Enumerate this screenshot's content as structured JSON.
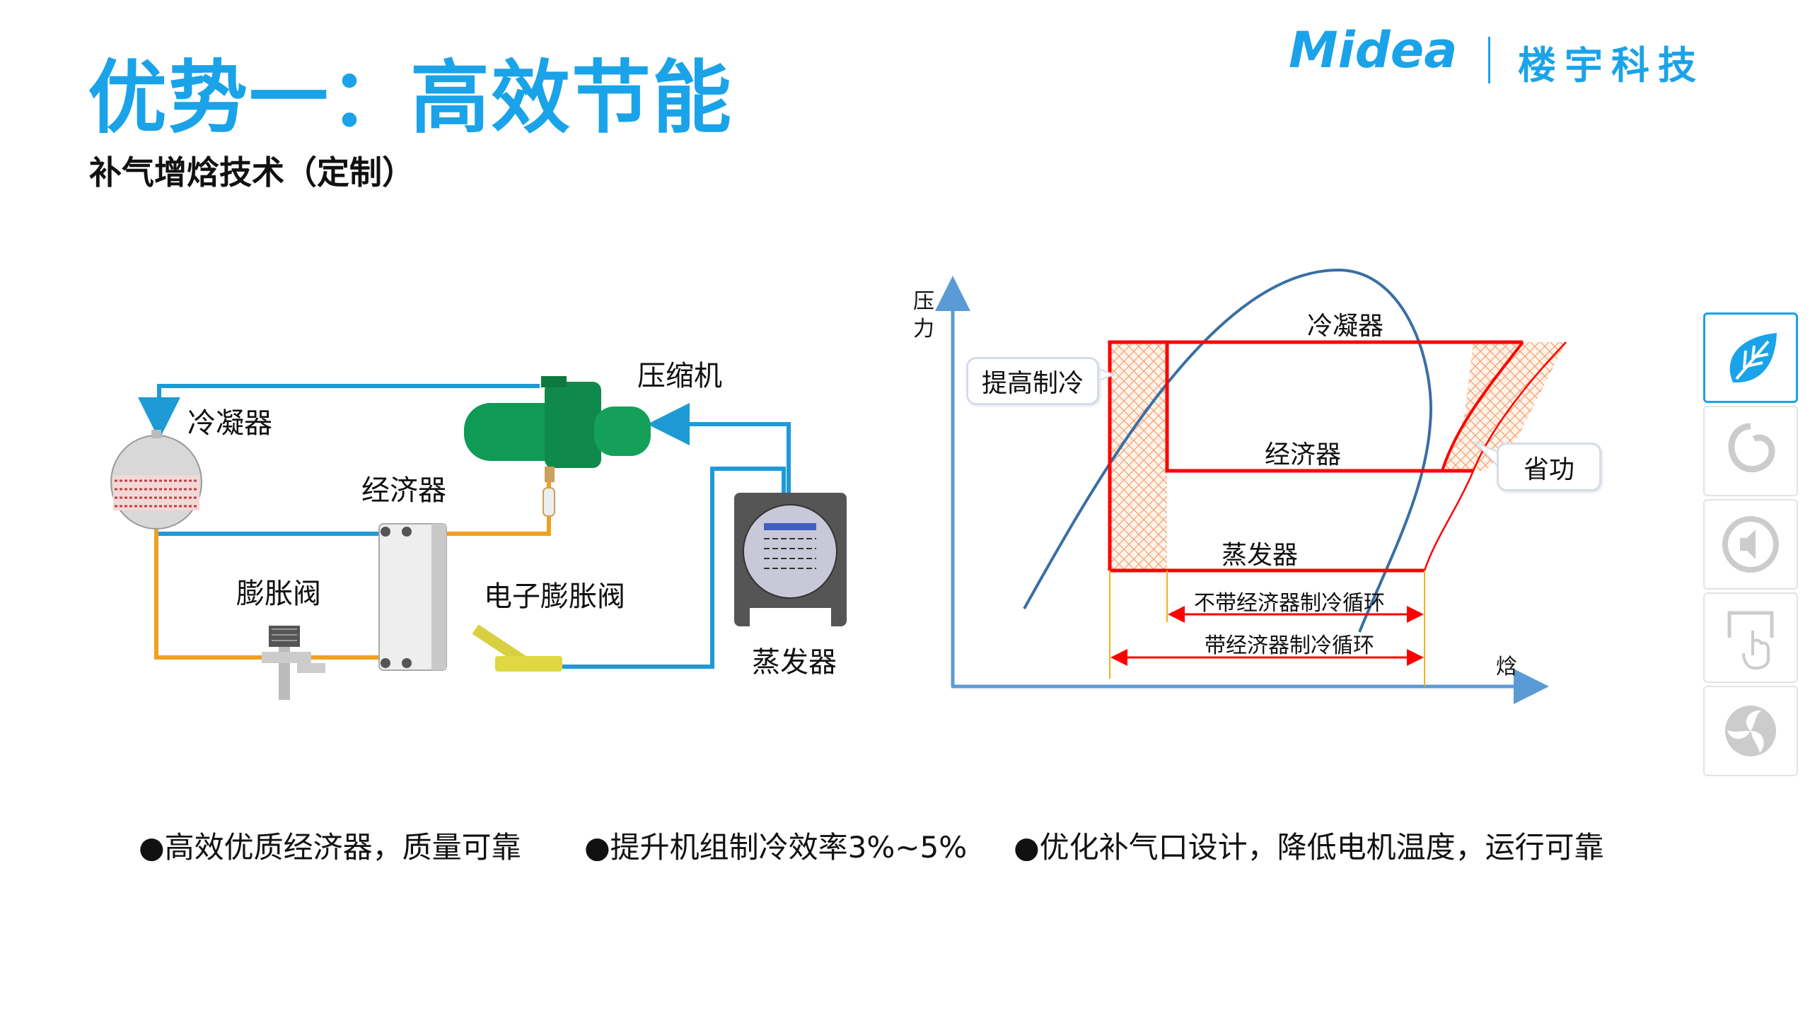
{
  "header": {
    "title": "优势一：高效节能",
    "subtitle": "补气增焓技术（定制）",
    "logo_text": "Midea",
    "logo_cn": "楼宇科技"
  },
  "system_diagram": {
    "labels": {
      "condenser": "冷凝器",
      "compressor": "压缩机",
      "economizer": "经济器",
      "expansion_valve": "膨胀阀",
      "electronic_expansion_valve": "电子膨胀阀",
      "evaporator": "蒸发器"
    }
  },
  "ph_diagram": {
    "y_axis": "压力",
    "y_axis_1": "压",
    "y_axis_2": "力",
    "x_axis": "焓",
    "condenser": "冷凝器",
    "economizer": "经济器",
    "evaporator": "蒸发器",
    "callout_cooling": "提高制冷",
    "callout_work": "省功",
    "cycle_without": "不带经济器制冷循环",
    "cycle_with": "带经济器制冷循环"
  },
  "bullets": [
    "●高效优质经济器，质量可靠",
    "●提升机组制冷效率3%~5%",
    "●优化补气口设计，降低电机温度，运行可靠"
  ],
  "sidebar": [
    {
      "icon": "leaf-icon",
      "active": true
    },
    {
      "icon": "swirl-icon",
      "active": false
    },
    {
      "icon": "speaker-icon",
      "active": false
    },
    {
      "icon": "touch-hand-icon",
      "active": false
    },
    {
      "icon": "fan-icon",
      "active": false
    }
  ],
  "colors": {
    "accent": "#1aa3e8",
    "cycle": "#ff0000",
    "pipe_blue": "#1e9ad6",
    "pipe_orange": "#f0a020",
    "axis": "#5b9bd5"
  }
}
